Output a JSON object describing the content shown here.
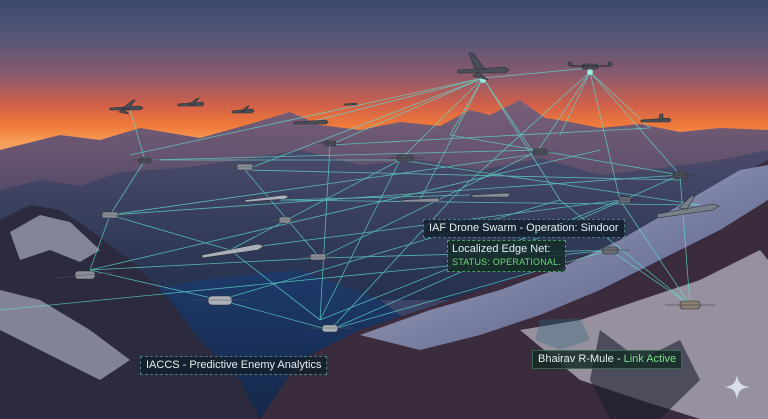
{
  "scene": {
    "description": "Drone swarm network over sunset Himalayan mountains",
    "colors": {
      "sky_top": "#3b4a6e",
      "sunset_orange": "#f07a3a",
      "network_line": "#5fe0d0",
      "label_bg": "#121e2c",
      "status_green": "#6fd67a"
    }
  },
  "labels": {
    "swarm_title": "IAF Drone Swarm - Operation: Sindoor",
    "edge_net_title": "Localized Edge Net:",
    "edge_net_status": "STATUS: OPERATIONAL.",
    "iaccs": "IACCS - Predictive Enemy Analytics",
    "bhairav_name": "Bhairav R-Mule - ",
    "bhairav_status": "Link Active"
  },
  "icons": {
    "sparkle": "four-point-star-icon"
  }
}
